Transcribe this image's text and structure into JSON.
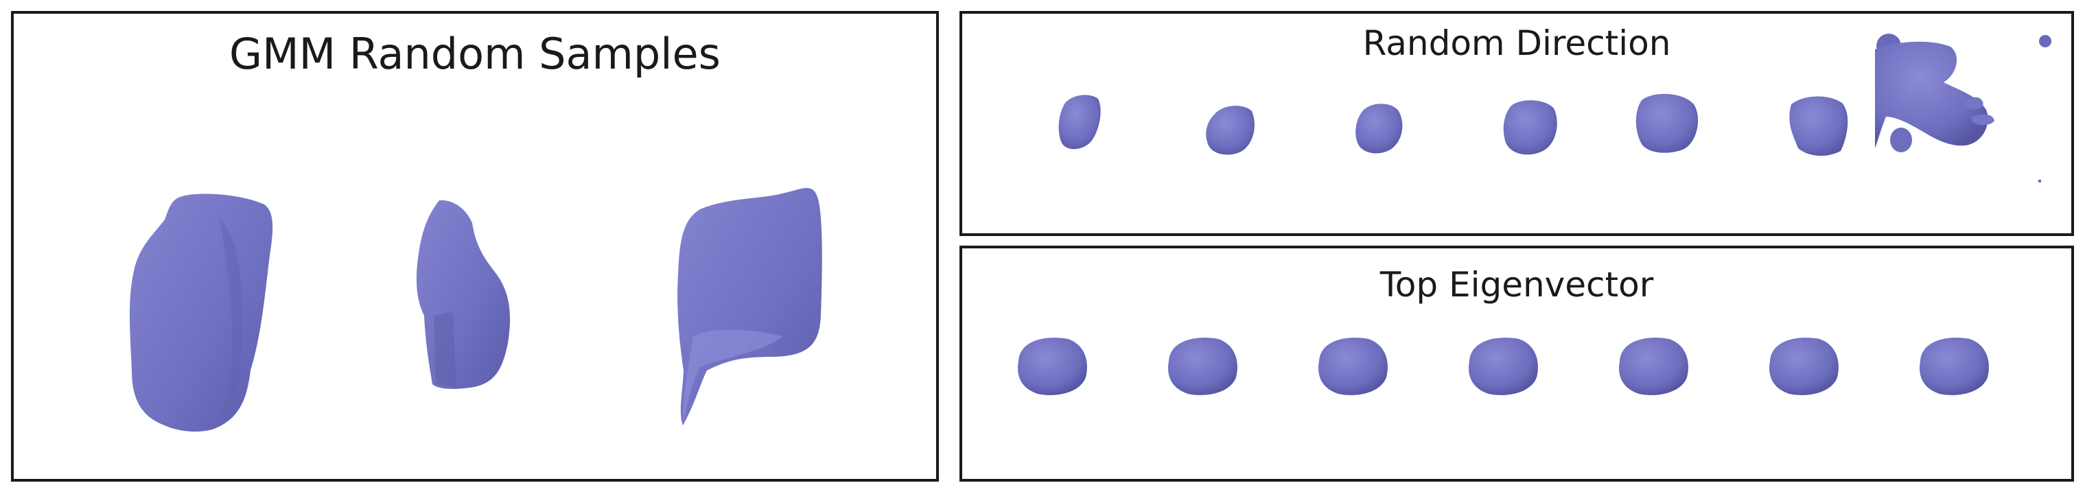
{
  "panels": {
    "gmm": {
      "title": "GMM Random Samples",
      "shape_count": 3
    },
    "random_direction": {
      "title": "Random Direction",
      "shape_count": 7
    },
    "top_eigenvector": {
      "title": "Top Eigenvector",
      "shape_count": 7
    }
  },
  "colors": {
    "shape_fill": "#7474c4",
    "shape_shadow": "#5a5aa6",
    "shape_highlight": "#8c8cd6",
    "border": "#1a1a1a",
    "background": "#ffffff"
  }
}
